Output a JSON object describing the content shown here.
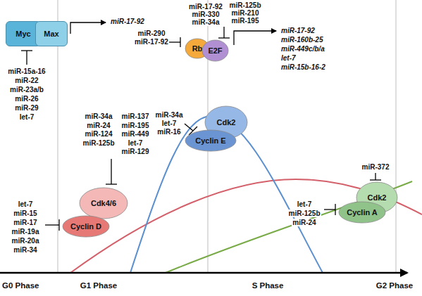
{
  "diagram": {
    "nodes": [
      {
        "text": [
          "Myc"
        ]
      },
      {
        "text": [
          "Max"
        ]
      },
      {
        "text": [
          "Rb"
        ]
      },
      {
        "text": [
          "E2F"
        ]
      },
      {
        "text": [
          "Cdk4/6"
        ]
      },
      {
        "text": [
          "Cyclin D"
        ]
      },
      {
        "text": [
          "Cdk2"
        ]
      },
      {
        "text": [
          "Cyclin E"
        ]
      },
      {
        "text": [
          "Cdk2"
        ]
      },
      {
        "text": [
          "Cyclin A"
        ]
      }
    ],
    "edges": [],
    "labels": [
      "miR-15a-16",
      "miR-22",
      "miR-23a/b",
      "miR-26",
      "miR-29",
      "let-7",
      "miR-17-92",
      "miR-290",
      "miR-17-92",
      "miR-17-92",
      "miR-330",
      "miR-34a",
      "miR-125b",
      "miR-210",
      "miR-195",
      "miR-17-92",
      "miR-160b-25",
      "miR-449c/b/a",
      "let-7",
      "miR-15b-16-2",
      "miR-34a",
      "miR-24",
      "miR-124",
      "miR-125b",
      "miR-137",
      "miR-195",
      "miR-449",
      "let-7",
      "miR-129",
      "let-7",
      "miR-15",
      "miR-17",
      "miR-19a",
      "miR-20a",
      "miR-34",
      "miR-34a",
      "let-7",
      "miR-16",
      "miR-372",
      "let-7",
      "miR-125b",
      "miR-24",
      "G0 Phase",
      "G1 Phase",
      "S Phase",
      "G2 Phase"
    ]
  }
}
